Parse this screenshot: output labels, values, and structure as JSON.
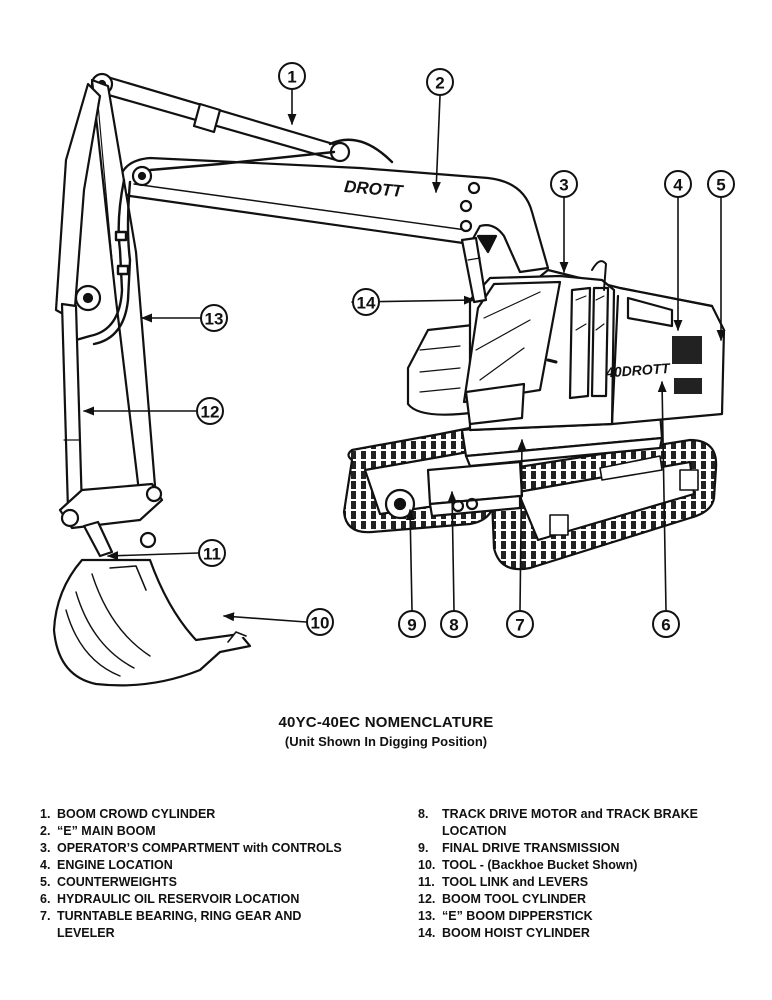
{
  "diagram": {
    "logo_boom": "DROTT",
    "logo_cab": "40DROTT",
    "callouts": [
      "1",
      "2",
      "3",
      "4",
      "5",
      "6",
      "7",
      "8",
      "9",
      "10",
      "11",
      "12",
      "13",
      "14"
    ]
  },
  "caption": {
    "title": "40YC-40EC NOMENCLATURE",
    "subtitle": "(Unit Shown In Digging Position)"
  },
  "legend": {
    "left": [
      {
        "num": "1.",
        "label": "BOOM CROWD CYLINDER"
      },
      {
        "num": "2.",
        "label": "“E” MAIN BOOM"
      },
      {
        "num": "3.",
        "label": "OPERATOR’S COMPARTMENT with CONTROLS"
      },
      {
        "num": "4.",
        "label": "ENGINE LOCATION"
      },
      {
        "num": "5.",
        "label": "COUNTERWEIGHTS"
      },
      {
        "num": "6.",
        "label": "HYDRAULIC OIL RESERVOIR LOCATION"
      },
      {
        "num": "7.",
        "label": "TURNTABLE BEARING, RING GEAR AND LEVELER"
      }
    ],
    "right": [
      {
        "num": "8.",
        "label": "TRACK DRIVE MOTOR and TRACK BRAKE LOCATION"
      },
      {
        "num": "9.",
        "label": "FINAL DRIVE TRANSMISSION"
      },
      {
        "num": "10.",
        "label": "TOOL - (Backhoe Bucket Shown)"
      },
      {
        "num": "11.",
        "label": "TOOL LINK and LEVERS"
      },
      {
        "num": "12.",
        "label": "BOOM TOOL CYLINDER"
      },
      {
        "num": "13.",
        "label": "“E” BOOM DIPPERSTICK"
      },
      {
        "num": "14.",
        "label": "BOOM HOIST CYLINDER"
      }
    ]
  }
}
